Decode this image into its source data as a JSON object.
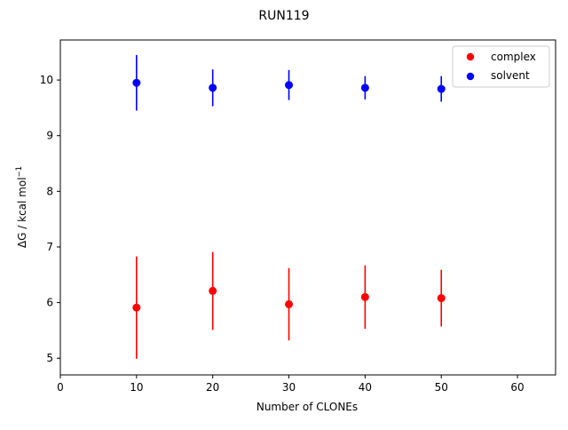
{
  "chart_data": {
    "type": "scatter",
    "title": "RUN119",
    "xlabel": "Number of CLONEs",
    "ylabel_main": "ΔG / kcal mol",
    "ylabel_sup": "−1",
    "xlim": [
      0,
      65
    ],
    "ylim": [
      4.7,
      10.72
    ],
    "xticks": [
      0,
      10,
      20,
      30,
      40,
      50,
      60
    ],
    "yticks": [
      5,
      6,
      7,
      8,
      9,
      10
    ],
    "grid": false,
    "legend_position": "top-right",
    "series": [
      {
        "name": "complex",
        "color": "#ff0000",
        "x": [
          10,
          20,
          30,
          40,
          50
        ],
        "y": [
          5.91,
          6.21,
          5.97,
          6.1,
          6.08
        ],
        "err": [
          0.92,
          0.7,
          0.65,
          0.57,
          0.51
        ]
      },
      {
        "name": "solvent",
        "color": "#0000ff",
        "x": [
          10,
          20,
          30,
          40,
          50
        ],
        "y": [
          9.95,
          9.86,
          9.91,
          9.86,
          9.84
        ],
        "err": [
          0.5,
          0.33,
          0.27,
          0.21,
          0.23
        ]
      }
    ]
  }
}
